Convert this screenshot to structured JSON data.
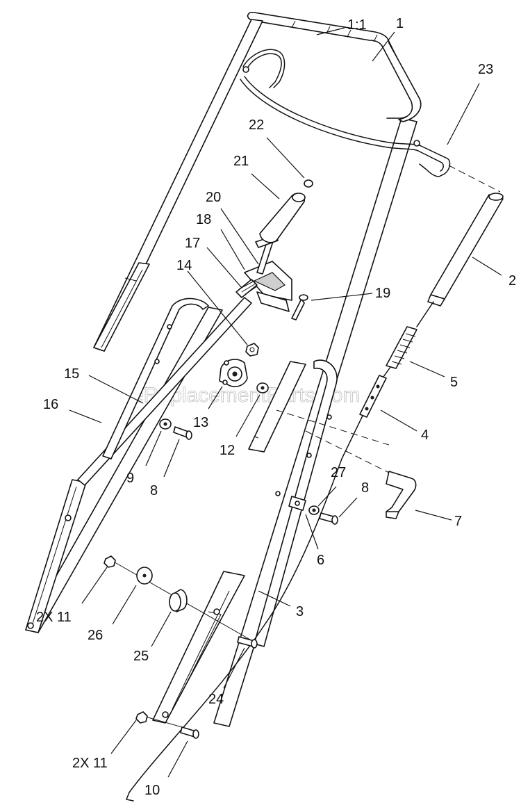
{
  "watermark": "eReplacementParts.com",
  "labels": {
    "l1": "1",
    "scale": "1:1",
    "l2": "2",
    "l3": "3",
    "l4": "4",
    "l5": "5",
    "l6": "6",
    "l7": "7",
    "l8a": "8",
    "l8b": "8",
    "l9": "9",
    "l10": "10",
    "l11a": "2X 11",
    "l11b": "2X 11",
    "l12": "12",
    "l13": "13",
    "l14": "14",
    "l15": "15",
    "l16": "16",
    "l17": "17",
    "l18": "18",
    "l19": "19",
    "l20": "20",
    "l21": "21",
    "l22": "22",
    "l23": "23",
    "l24": "24",
    "l25": "25",
    "l26": "26",
    "l27": "27"
  }
}
